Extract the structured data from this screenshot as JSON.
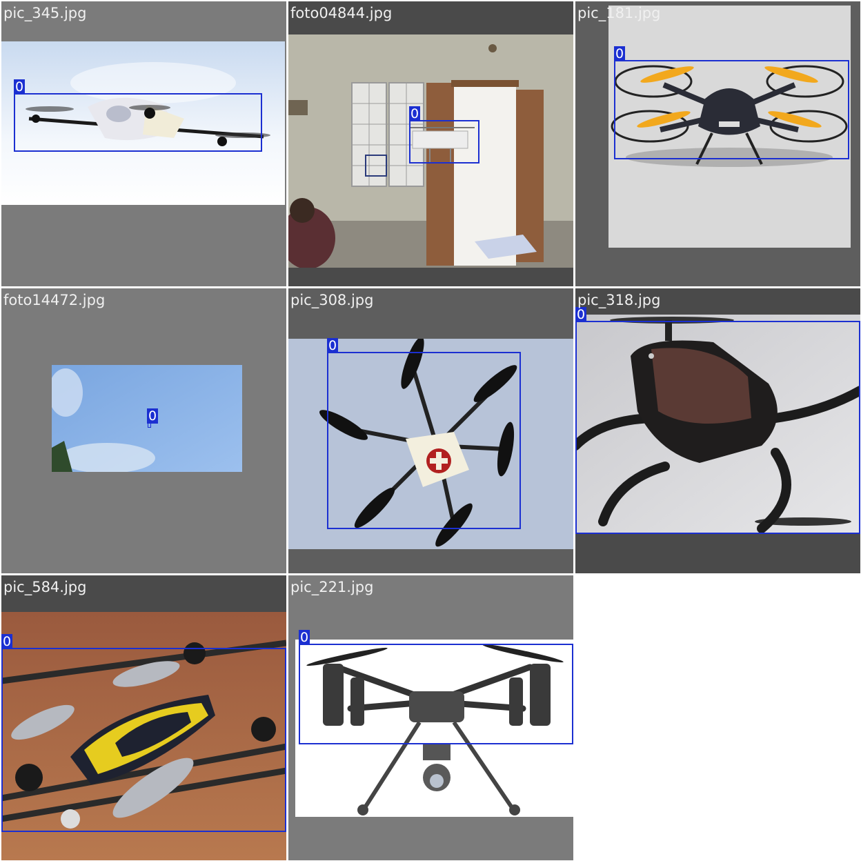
{
  "colors": {
    "box": "#1b2fd1",
    "label_text": "#ffffff",
    "filename_text": "#f0f0f0"
  },
  "tiles": [
    {
      "filename": "pic_345.jpg",
      "label": "0",
      "subject": "white drone in sky"
    },
    {
      "filename": "foto04844.jpg",
      "label": "0",
      "subject": "quadcopter indoors"
    },
    {
      "filename": "pic_181.jpg",
      "label": "0",
      "subject": "black quadcopter with orange props"
    },
    {
      "filename": "foto14472.jpg",
      "label": "0",
      "subject": "tiny drone in blue sky"
    },
    {
      "filename": "pic_308.jpg",
      "label": "0",
      "subject": "hexacopter with first aid box"
    },
    {
      "filename": "pic_318.jpg",
      "label": "0",
      "subject": "render of drone close-up"
    },
    {
      "filename": "pic_584.jpg",
      "label": "0",
      "subject": "hybrid drone on sand"
    },
    {
      "filename": "pic_221.jpg",
      "label": "0",
      "subject": "DJI style drone with camera"
    }
  ]
}
